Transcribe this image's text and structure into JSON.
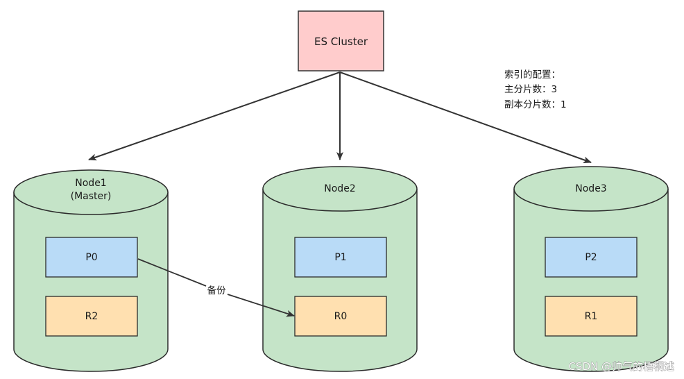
{
  "cluster": {
    "label": "ES Cluster",
    "fill": "#FFCCCC",
    "stroke": "#333333"
  },
  "config_note": {
    "lines": [
      "索引的配置：",
      "主分片数：3",
      "副本分片数：1"
    ]
  },
  "nodes": [
    {
      "title": "Node1",
      "subtitle": "(Master)",
      "shards": [
        {
          "label": "P0",
          "kind": "primary"
        },
        {
          "label": "R2",
          "kind": "replica"
        }
      ]
    },
    {
      "title": "Node2",
      "subtitle": "",
      "shards": [
        {
          "label": "P1",
          "kind": "primary"
        },
        {
          "label": "R0",
          "kind": "replica"
        }
      ]
    },
    {
      "title": "Node3",
      "subtitle": "",
      "shards": [
        {
          "label": "P2",
          "kind": "primary"
        },
        {
          "label": "R1",
          "kind": "replica"
        }
      ]
    }
  ],
  "backup_edge": {
    "label": "备份",
    "from": "P0",
    "to": "R0"
  },
  "colors": {
    "node_fill": "#C5E4C8",
    "node_stroke": "#2B2B2B",
    "primary_fill": "#B9DBF7",
    "replica_fill": "#FFE0B0",
    "edge": "#333333"
  },
  "watermark": "CSDN @帅气的梧桐述"
}
